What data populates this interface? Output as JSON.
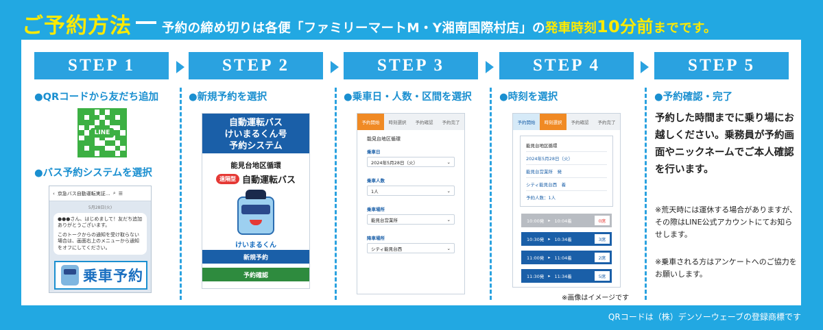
{
  "header": {
    "title": "ご予約方法",
    "text_a": "予約の締め切りは各便「ファミリーマートM・Y湘南国際村店」の",
    "text_b": "発車時刻",
    "text_c": "10分前",
    "text_d": "までです。"
  },
  "steps": [
    {
      "label": "STEP 1"
    },
    {
      "label": "STEP 2"
    },
    {
      "label": "STEP 3"
    },
    {
      "label": "STEP 4"
    },
    {
      "label": "STEP 5"
    }
  ],
  "step1": {
    "sub1": "●QRコードから友だち追加",
    "qr_badge": "LINE",
    "sub2": "●バス予約システムを選択",
    "chat_header": "京急バス自動運転実証…",
    "chat_date": "5月28日(火)",
    "chat_msg1": "●●●さん、はじめまして！友だち追加ありがとうございます。",
    "chat_msg2": "このトークからの通知を受け取らない場合は、画面右上のメニューから通知をオフにしてください。",
    "banner": "乗車予約"
  },
  "step2": {
    "sub": "●新規予約を選択",
    "head_1": "自動運転バス",
    "head_2": "けいまるくん号",
    "head_3": "予約システム",
    "area": "能見台地区循環",
    "badge": "遠隔型",
    "title": "自動運転バス",
    "logo": "けいまるくん",
    "btn_new": "新規予約",
    "btn_check": "予約確認"
  },
  "step3": {
    "sub": "●乗車日・人数・区間を選択",
    "tabs": [
      "予約開始",
      "時刻選択",
      "予約確認",
      "予約完了"
    ],
    "heading": "能見台地区循環",
    "date_label": "乗車日",
    "date_value": "2024年5月28日（火）",
    "people_label": "乗車人数",
    "people_value": "1人",
    "from_label": "乗車場所",
    "from_value": "能見台営業所",
    "to_label": "降車場所",
    "to_value": "シティ能見台西"
  },
  "step4": {
    "sub": "●時刻を選択",
    "tabs": [
      "予約開始",
      "時刻選択",
      "予約確認",
      "予約完了"
    ],
    "info": [
      "能見台地区循環",
      "2024年5月28日（火）",
      "能見台営業所　発",
      "シティ能見台西　着",
      "予約人数：1人"
    ],
    "slots": [
      {
        "dep": "10:00発",
        "arr": "10:04着",
        "seats": "0席",
        "available": false
      },
      {
        "dep": "10:30発",
        "arr": "10:34着",
        "seats": "3席",
        "available": true
      },
      {
        "dep": "11:00発",
        "arr": "11:04着",
        "seats": "2席",
        "available": true
      },
      {
        "dep": "11:30発",
        "arr": "11:34着",
        "seats": "5席",
        "available": true
      }
    ],
    "note": "※画像はイメージです"
  },
  "step5": {
    "sub": "●予約確認・完了",
    "text": "予約した時間までに乗り場にお越しください。乗務員が予約画面やニックネームでご本人確認を行います。",
    "note1": "※荒天時には運休する場合がありますが、その際はLINE公式アカウントにてお知らせします。",
    "note2": "※乗車される方はアンケートへのご協力をお願いします。"
  },
  "footer": "QRコードは（株）デンソーウェーブの登録商標です",
  "colors": {
    "accent": "#22a8e2",
    "step": "#2aa2e0",
    "yellow": "#ffea00",
    "orange": "#f08a24",
    "navy": "#1a5fa8"
  }
}
